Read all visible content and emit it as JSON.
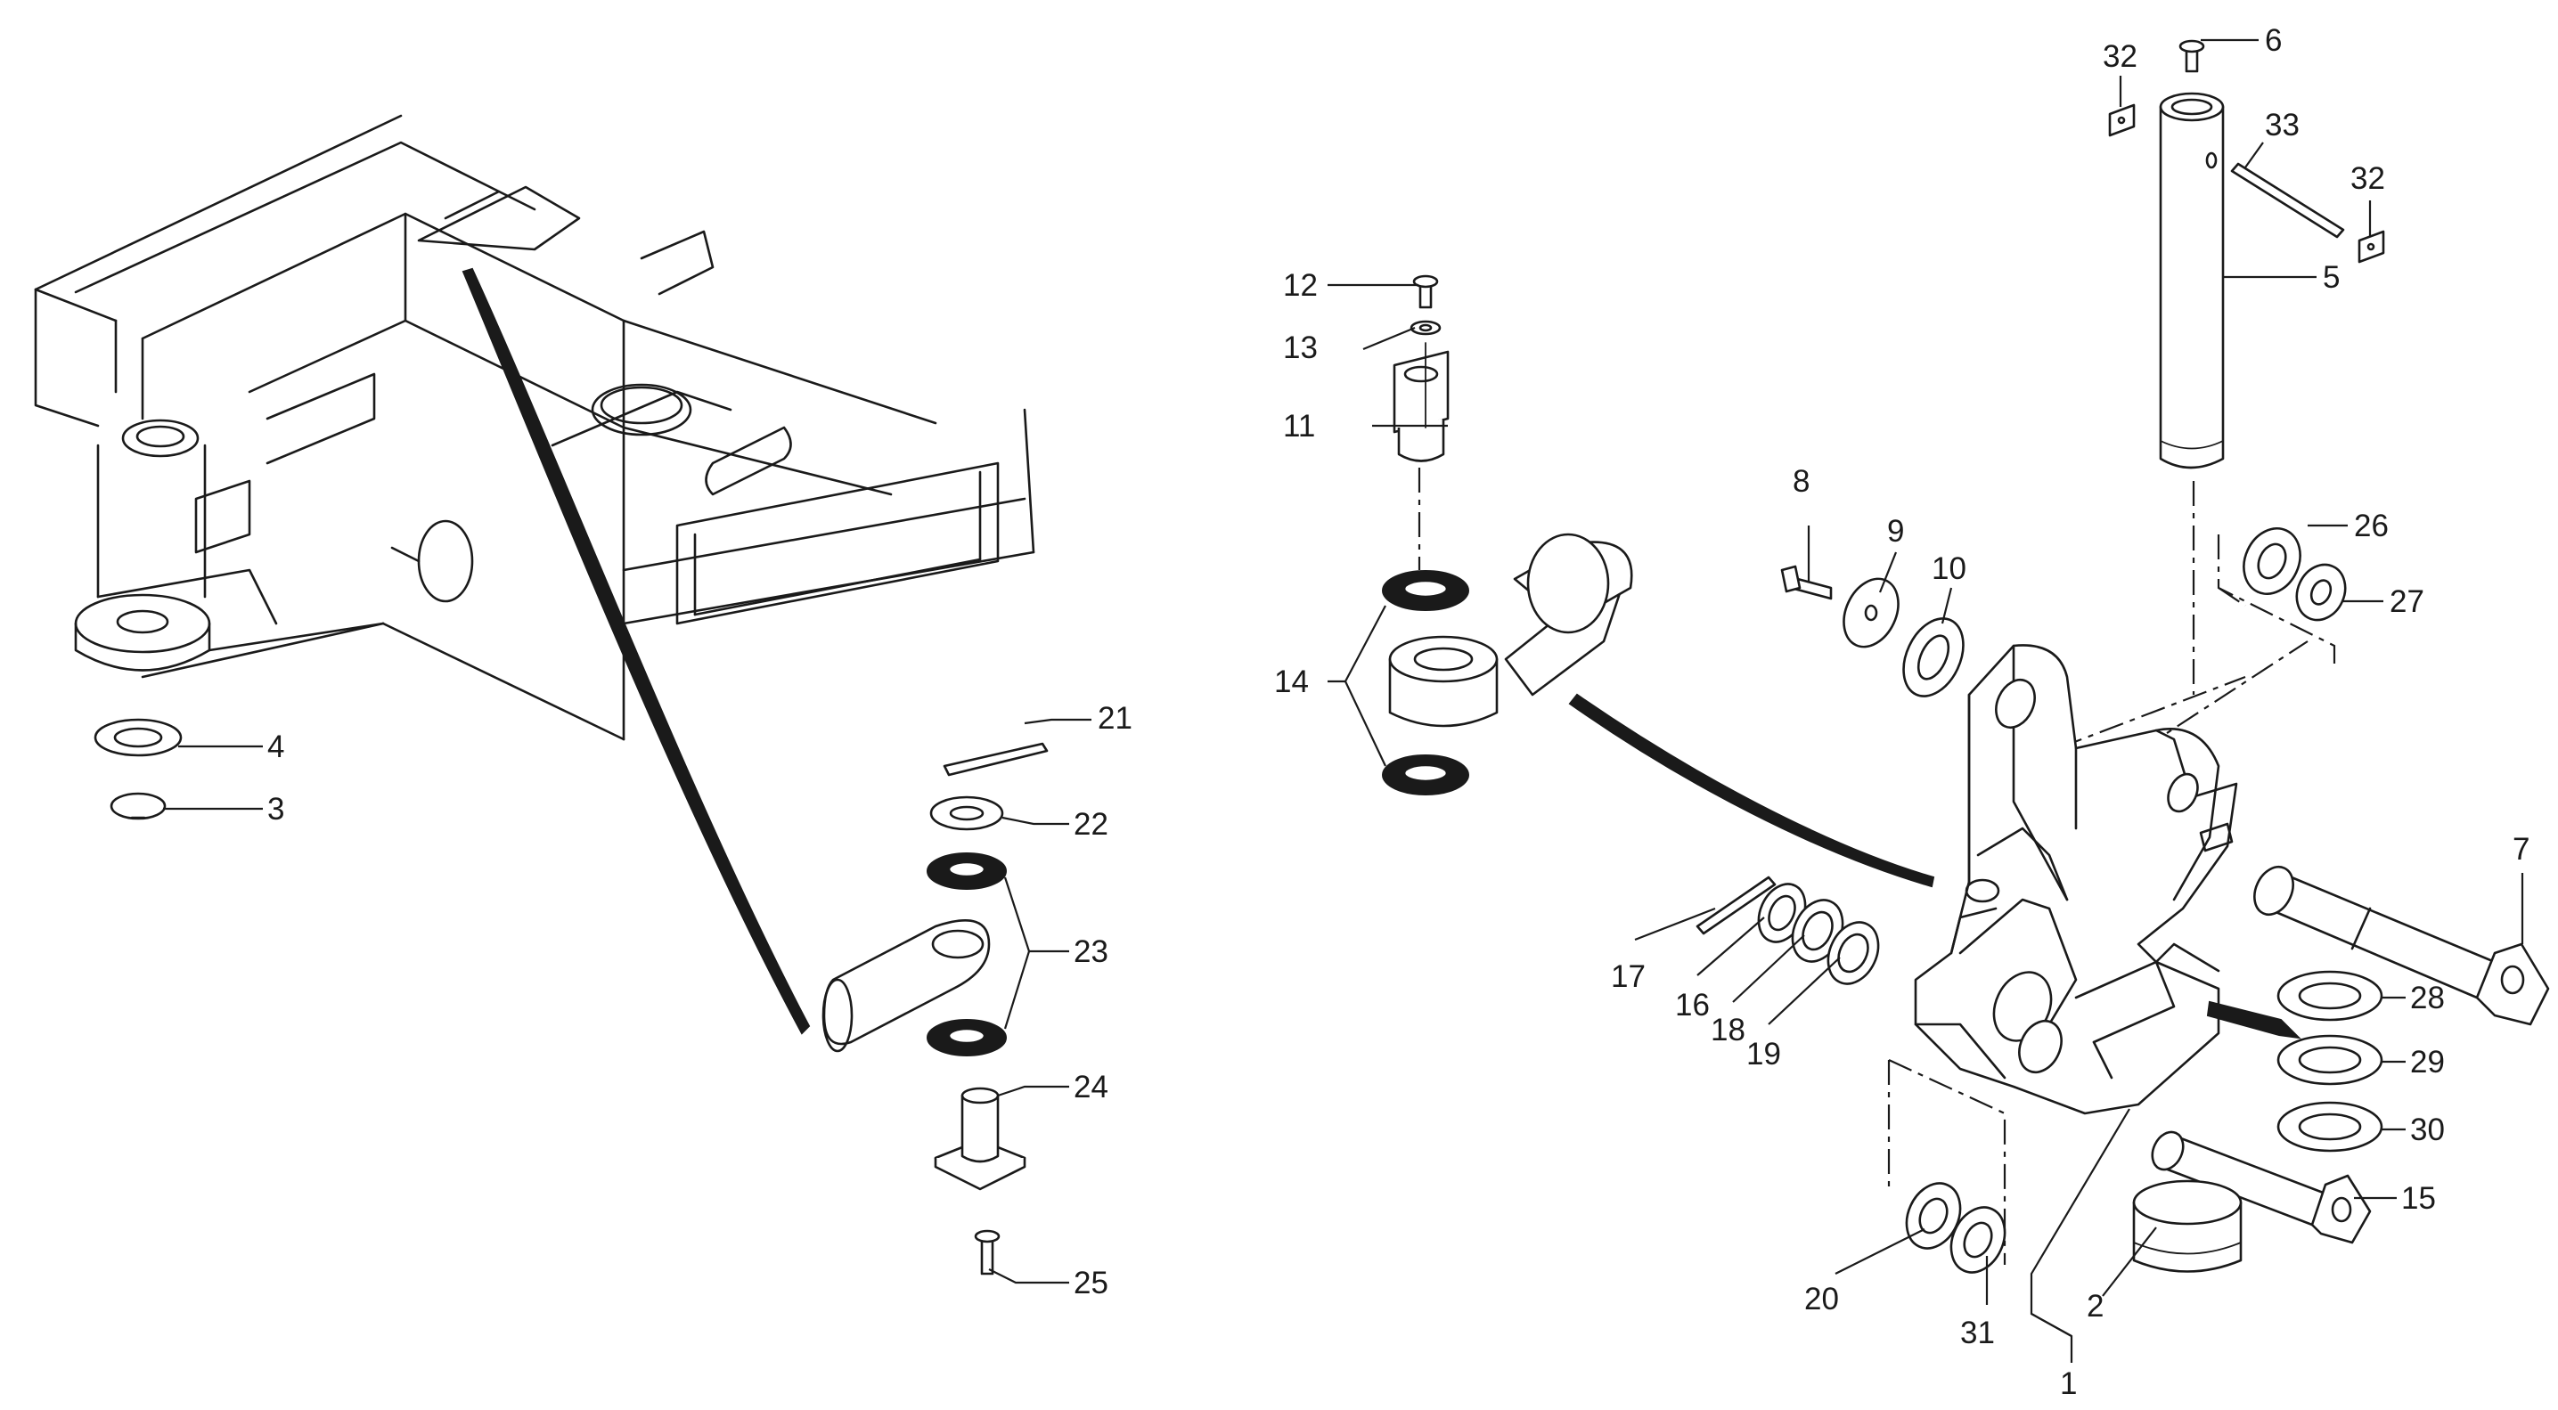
{
  "callouts": {
    "c1": "1",
    "c2": "2",
    "c3": "3",
    "c4": "4",
    "c5": "5",
    "c6": "6",
    "c7": "7",
    "c8": "8",
    "c9": "9",
    "c10": "10",
    "c11": "11",
    "c12": "12",
    "c13": "13",
    "c14": "14",
    "c15": "15",
    "c16": "16",
    "c17": "17",
    "c18": "18",
    "c19": "19",
    "c20": "20",
    "c21": "21",
    "c22": "22",
    "c23": "23",
    "c24": "24",
    "c25": "25",
    "c26": "26",
    "c27": "27",
    "c28": "28",
    "c29": "29",
    "c30": "30",
    "c31": "31",
    "c32a": "32",
    "c32b": "32",
    "c33": "33"
  }
}
